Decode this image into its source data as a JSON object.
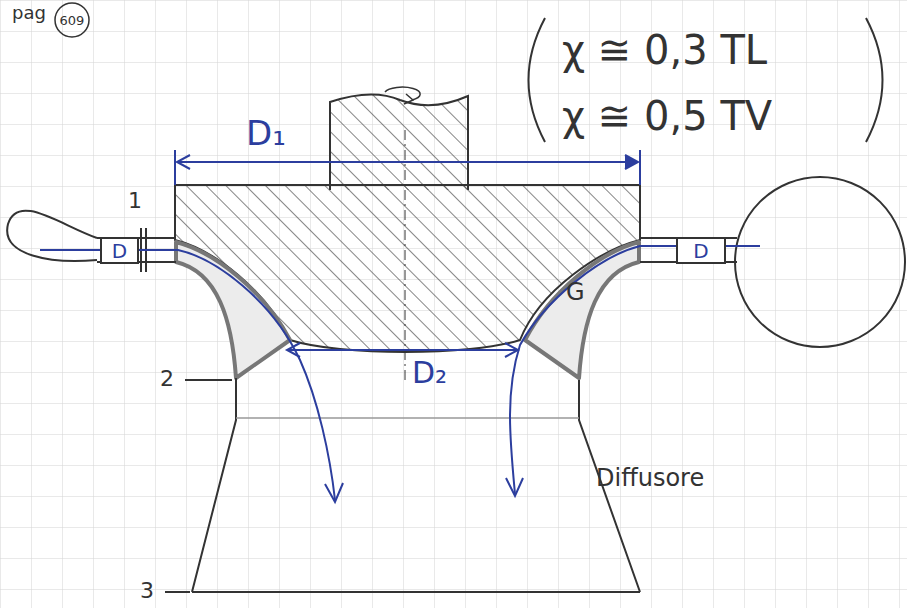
{
  "diagram": {
    "nodes": [
      {
        "text": [
          "D"
        ]
      },
      {
        "text": [
          "D"
        ]
      }
    ],
    "labels": [
      "pag",
      "609",
      "χ ≅ 0,3 TL",
      "χ ≅ 0,5 TV",
      "D₁",
      "1",
      "G",
      "D₂",
      "2",
      "Diffusore",
      "3"
    ]
  }
}
